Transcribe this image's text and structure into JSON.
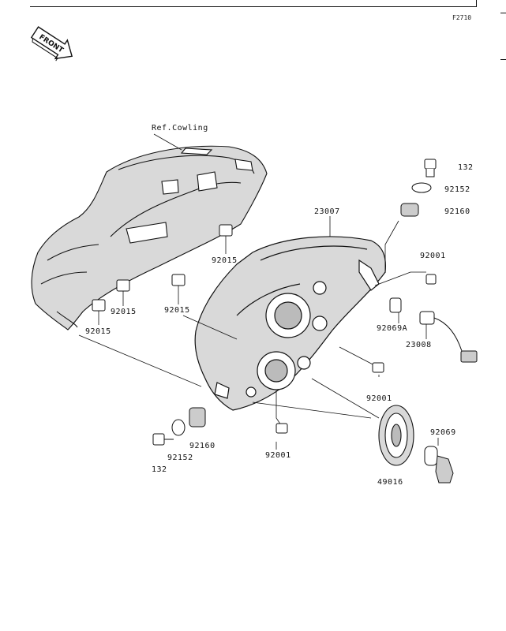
{
  "figure_code": "F2710",
  "front_marker": "FRONT",
  "reference_label": "Ref.Cowling",
  "parts": {
    "p132_top": "132",
    "p92152_top": "92152",
    "p92160_top": "92160",
    "p23007": "23007",
    "p92001_top": "92001",
    "p92069a": "92069A",
    "p23008": "23008",
    "p92015_a": "92015",
    "p92015_b": "92015",
    "p92015_c": "92015",
    "p92015_d": "92015",
    "p92001_mid": "92001",
    "p92001_bot": "92001",
    "p92069": "92069",
    "p49016": "49016",
    "p92160_bot": "92160",
    "p92152_bot": "92152",
    "p132_bot": "132"
  }
}
